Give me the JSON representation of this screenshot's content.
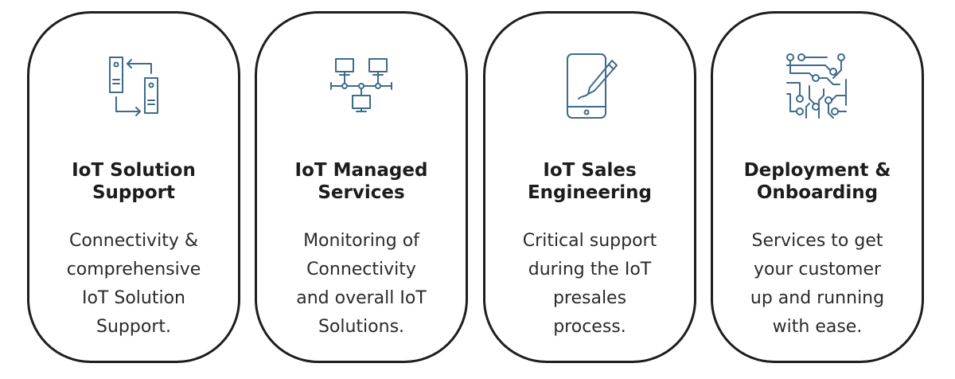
{
  "accent_color": "#3e6b8a",
  "cards": [
    {
      "icon": "server-sync-icon",
      "title_lines": [
        "IoT Solution",
        "Support"
      ],
      "desc_lines": [
        "Connectivity &",
        "comprehensive",
        "IoT Solution",
        "Support."
      ]
    },
    {
      "icon": "network-icon",
      "title_lines": [
        "IoT Managed",
        "Services"
      ],
      "desc_lines": [
        "Monitoring of",
        "Connectivity",
        "and overall IoT",
        "Solutions."
      ]
    },
    {
      "icon": "tablet-pen-icon",
      "title_lines": [
        "IoT Sales",
        "Engineering"
      ],
      "desc_lines": [
        "Critical support",
        "during the IoT",
        "presales",
        "process."
      ]
    },
    {
      "icon": "circuit-icon",
      "title_lines": [
        "Deployment &",
        "Onboarding"
      ],
      "desc_lines": [
        "Services to get",
        "your customer",
        "up and running",
        "with ease."
      ]
    }
  ]
}
